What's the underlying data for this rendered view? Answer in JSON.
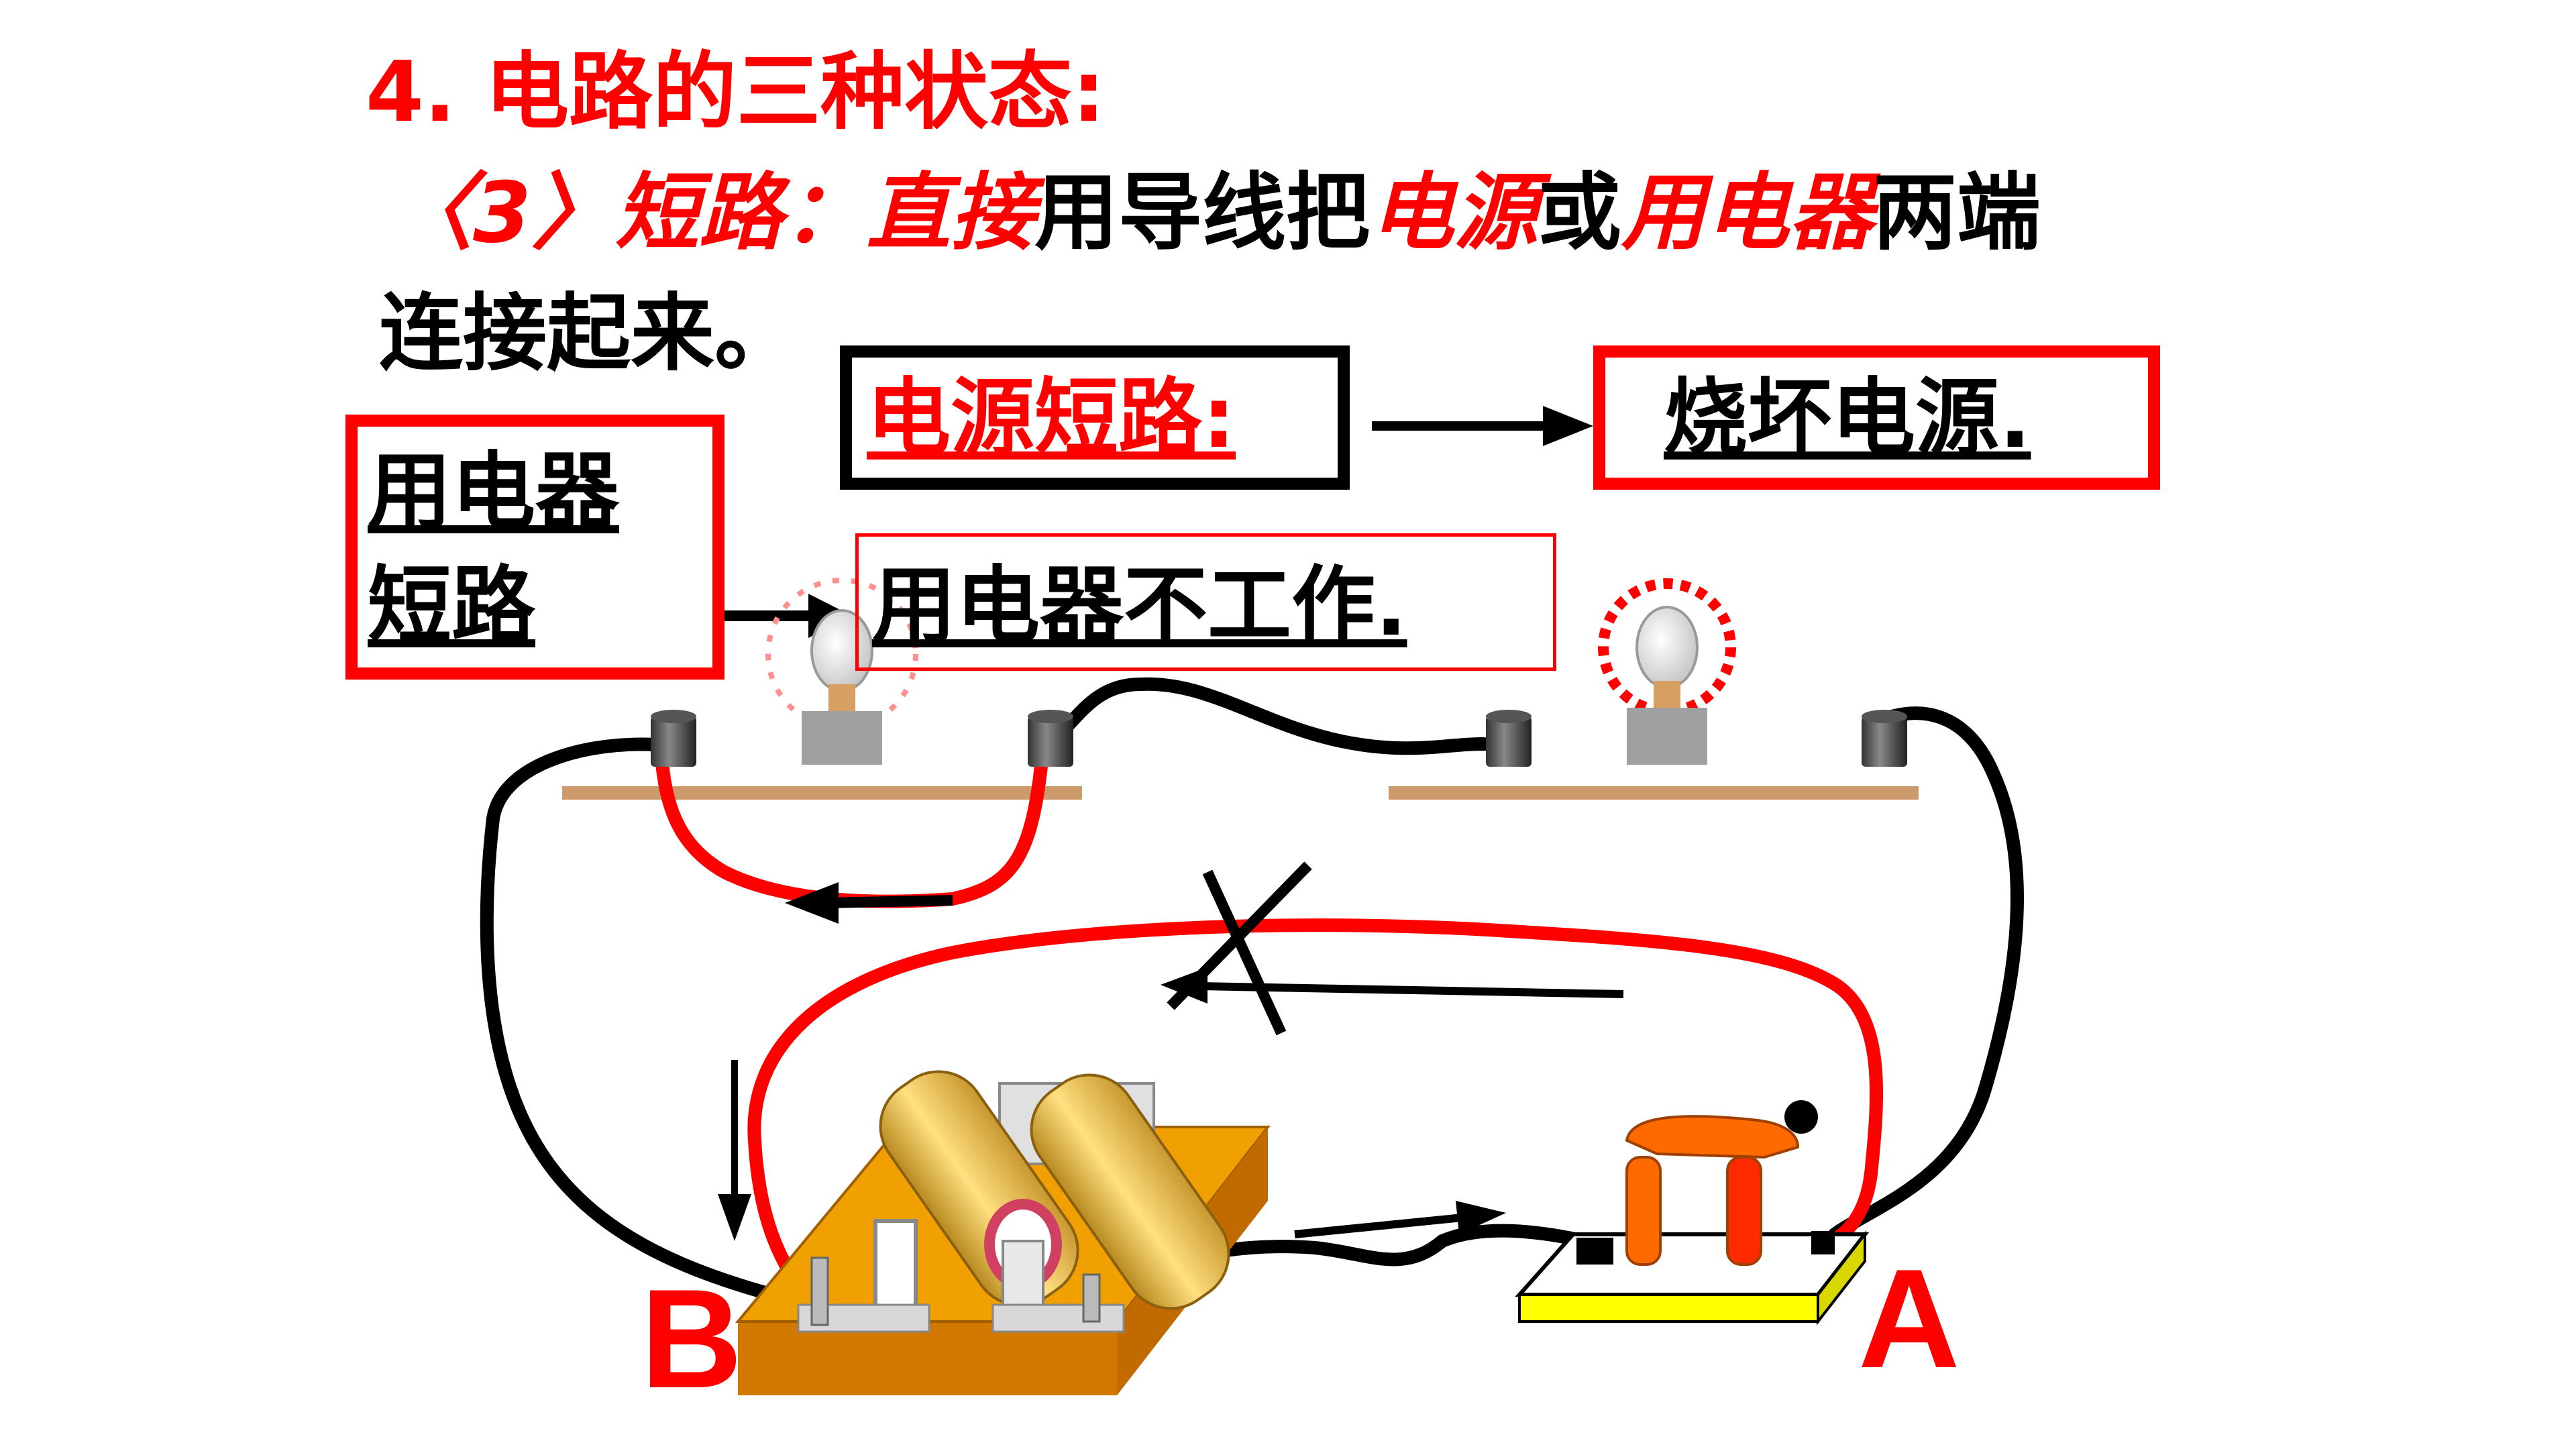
{
  "title": "4. 电路的三种状态:",
  "definition": {
    "prefix": "〈3〉短路：直接",
    "part1": "用导线把",
    "power": "电源",
    "or": "或",
    "device": "用电器",
    "part2": "两端",
    "line2": "连接起来。"
  },
  "source_short": {
    "label": "电源短路:",
    "result": "烧坏电源."
  },
  "device_short": {
    "label_line1": "用电器",
    "label_line2": "短路",
    "result": "用电器不工作."
  },
  "terminals": {
    "b": "B",
    "a": "A"
  },
  "colors": {
    "accent_red": "#ff0000",
    "text_black": "#000000",
    "battery_base": "#f0a000",
    "battery_cell": "#ffd860",
    "switch_arm": "#ff6a00",
    "switch_base_edge": "#ffff00",
    "board": "#cd9b6b",
    "lamp_base": "#a0a0a0"
  },
  "icons": [
    "light-bulb-icon",
    "battery-icon",
    "knife-switch-icon",
    "terminal-post-icon",
    "arrow-icon",
    "cross-mark-icon"
  ]
}
